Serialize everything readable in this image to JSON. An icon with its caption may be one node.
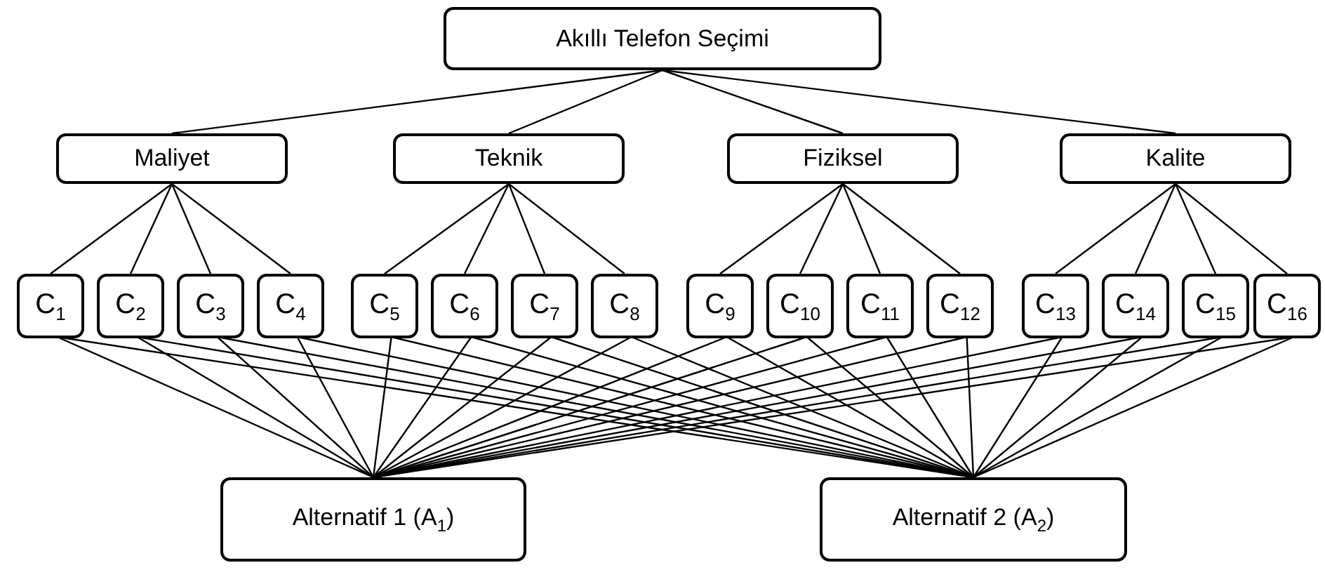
{
  "diagram": {
    "nodes": [
      {
        "text": [
          "Akıllı Telefon Seçimi"
        ]
      },
      {
        "text": [
          "Maliyet"
        ]
      },
      {
        "text": [
          "Teknik"
        ]
      },
      {
        "text": [
          "Fiziksel"
        ]
      },
      {
        "text": [
          "Kalite"
        ]
      },
      {
        "text": [
          "C$_{1}$"
        ]
      },
      {
        "text": [
          "C$_{2}$"
        ]
      },
      {
        "text": [
          "C$_{3}$"
        ]
      },
      {
        "text": [
          "C$_{4}$"
        ]
      },
      {
        "text": [
          "C$_{5}$"
        ]
      },
      {
        "text": [
          "C$_{6}$"
        ]
      },
      {
        "text": [
          "C$_{7}$"
        ]
      },
      {
        "text": [
          "C$_{8}$"
        ]
      },
      {
        "text": [
          "C$_{9}$"
        ]
      },
      {
        "text": [
          "C$_{10}$"
        ]
      },
      {
        "text": [
          "C$_{11}$"
        ]
      },
      {
        "text": [
          "C$_{12}$"
        ]
      },
      {
        "text": [
          "C$_{13}$"
        ]
      },
      {
        "text": [
          "C$_{14}$"
        ]
      },
      {
        "text": [
          "C$_{15}$"
        ]
      },
      {
        "text": [
          "C$_{16}$"
        ]
      },
      {
        "text": [
          "Alternatif 1 (A$_{1}$)"
        ]
      },
      {
        "text": [
          "Alternatif 2 (A$_{2}$)"
        ]
      }
    ],
    "edges": [
      {
        "from": 0,
        "to": 1,
        "arrow": "none"
      },
      {
        "from": 0,
        "to": 2,
        "arrow": "none"
      },
      {
        "from": 0,
        "to": 3,
        "arrow": "none"
      },
      {
        "from": 0,
        "to": 4,
        "arrow": "none"
      },
      {
        "from": 1,
        "to": 5,
        "arrow": "none"
      },
      {
        "from": 1,
        "to": 6,
        "arrow": "none"
      },
      {
        "from": 1,
        "to": 7,
        "arrow": "none"
      },
      {
        "from": 1,
        "to": 8,
        "arrow": "none"
      },
      {
        "from": 2,
        "to": 9,
        "arrow": "none"
      },
      {
        "from": 2,
        "to": 10,
        "arrow": "none"
      },
      {
        "from": 2,
        "to": 11,
        "arrow": "none"
      },
      {
        "from": 2,
        "to": 12,
        "arrow": "none"
      },
      {
        "from": 3,
        "to": 13,
        "arrow": "none"
      },
      {
        "from": 3,
        "to": 14,
        "arrow": "none"
      },
      {
        "from": 3,
        "to": 15,
        "arrow": "none"
      },
      {
        "from": 3,
        "to": 16,
        "arrow": "none"
      },
      {
        "from": 4,
        "to": 17,
        "arrow": "none"
      },
      {
        "from": 4,
        "to": 18,
        "arrow": "none"
      },
      {
        "from": 4,
        "to": 19,
        "arrow": "none"
      },
      {
        "from": 4,
        "to": 20,
        "arrow": "none"
      },
      {
        "from": 5,
        "to": 21,
        "arrow": "none"
      },
      {
        "from": 5,
        "to": 22,
        "arrow": "none"
      },
      {
        "from": 6,
        "to": 21,
        "arrow": "none"
      },
      {
        "from": 6,
        "to": 22,
        "arrow": "none"
      },
      {
        "from": 7,
        "to": 21,
        "arrow": "none"
      },
      {
        "from": 7,
        "to": 22,
        "arrow": "none"
      },
      {
        "from": 8,
        "to": 21,
        "arrow": "none"
      },
      {
        "from": 8,
        "to": 22,
        "arrow": "none"
      },
      {
        "from": 9,
        "to": 21,
        "arrow": "none"
      },
      {
        "from": 9,
        "to": 22,
        "arrow": "none"
      },
      {
        "from": 10,
        "to": 21,
        "arrow": "none"
      },
      {
        "from": 10,
        "to": 22,
        "arrow": "none"
      },
      {
        "from": 11,
        "to": 21,
        "arrow": "none"
      },
      {
        "from": 11,
        "to": 22,
        "arrow": "none"
      },
      {
        "from": 12,
        "to": 21,
        "arrow": "none"
      },
      {
        "from": 12,
        "to": 22,
        "arrow": "none"
      },
      {
        "from": 13,
        "to": 21,
        "arrow": "none"
      },
      {
        "from": 13,
        "to": 22,
        "arrow": "none"
      },
      {
        "from": 14,
        "to": 21,
        "arrow": "none"
      },
      {
        "from": 14,
        "to": 22,
        "arrow": "none"
      },
      {
        "from": 15,
        "to": 21,
        "arrow": "none"
      },
      {
        "from": 15,
        "to": 22,
        "arrow": "none"
      },
      {
        "from": 16,
        "to": 21,
        "arrow": "none"
      },
      {
        "from": 16,
        "to": 22,
        "arrow": "none"
      },
      {
        "from": 17,
        "to": 21,
        "arrow": "none"
      },
      {
        "from": 17,
        "to": 22,
        "arrow": "none"
      },
      {
        "from": 18,
        "to": 21,
        "arrow": "none"
      },
      {
        "from": 18,
        "to": 22,
        "arrow": "none"
      },
      {
        "from": 19,
        "to": 21,
        "arrow": "none"
      },
      {
        "from": 19,
        "to": 22,
        "arrow": "none"
      },
      {
        "from": 20,
        "to": 21,
        "arrow": "none"
      },
      {
        "from": 20,
        "to": 22,
        "arrow": "none"
      }
    ]
  }
}
